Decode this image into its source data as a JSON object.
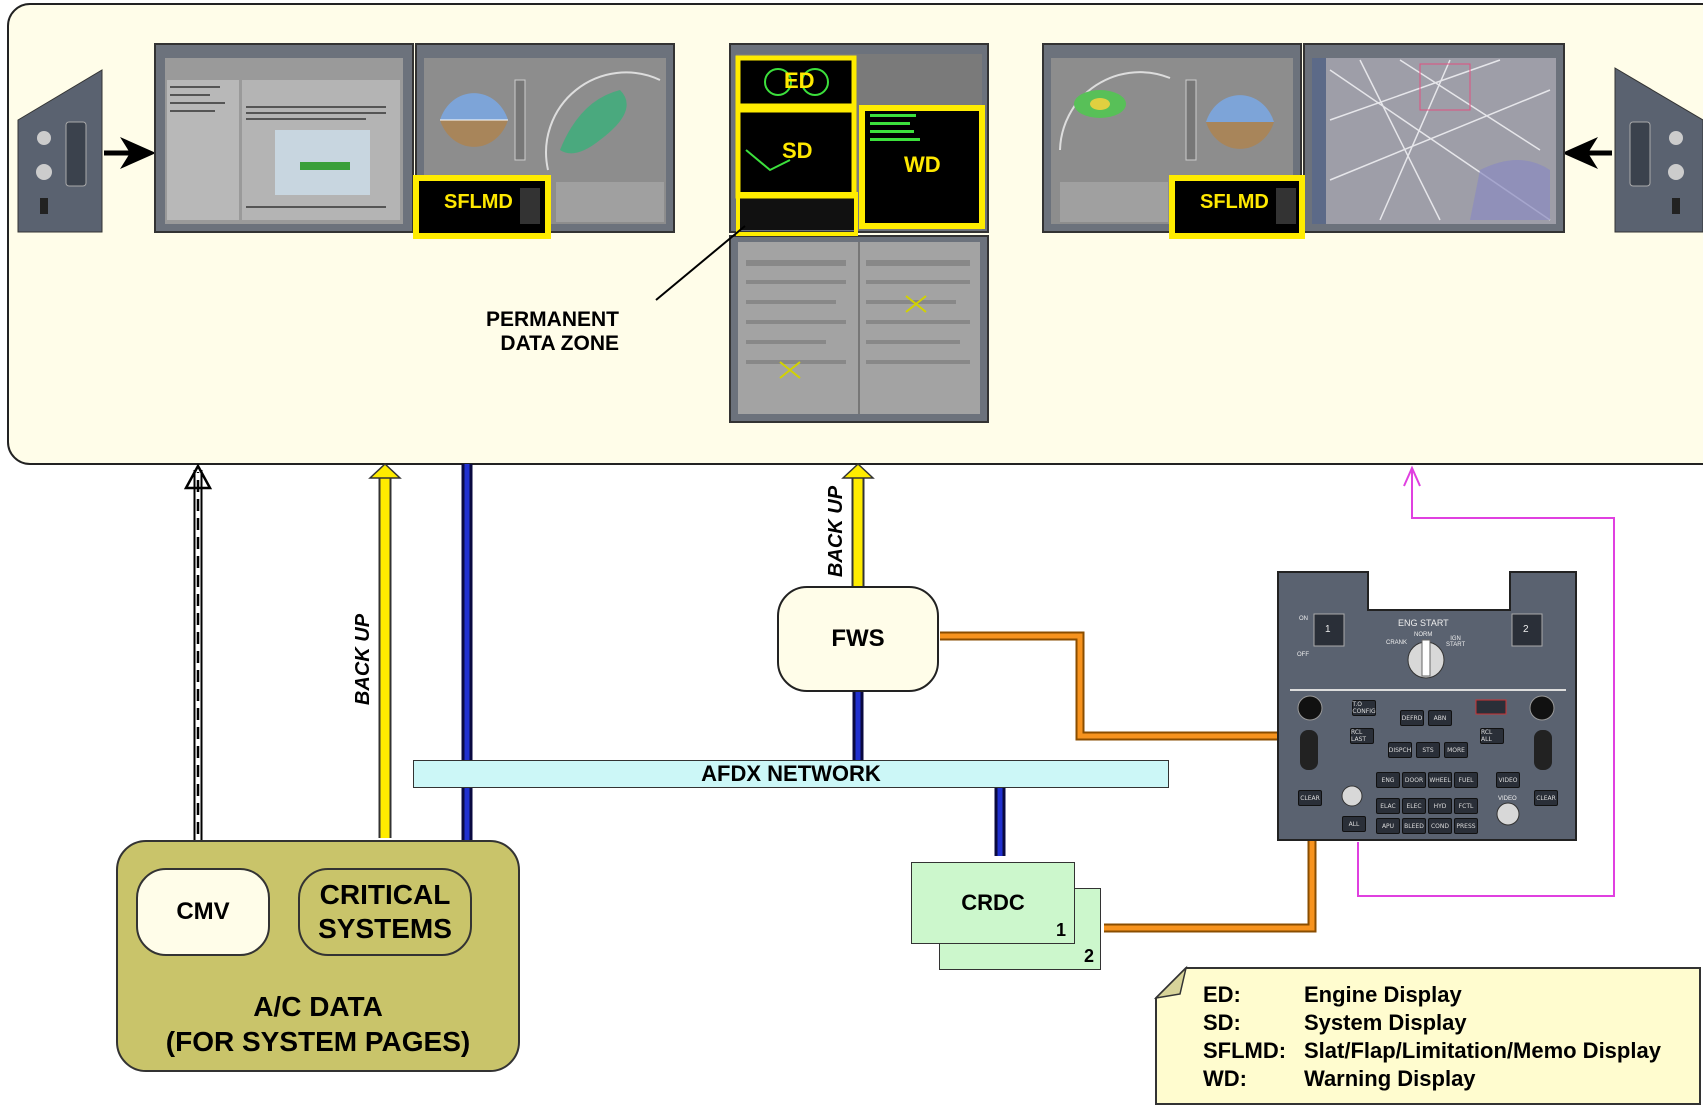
{
  "screens": {
    "ed": "ED",
    "sd": "SD",
    "wd": "WD",
    "sflmd_left": "SFLMD",
    "sflmd_right": "SFLMD",
    "permanent_data_zone": "PERMANENT\nDATA ZONE"
  },
  "nodes": {
    "fws": "FWS",
    "afdx": "AFDX NETWORK",
    "crdc": "CRDC",
    "crdc_1": "1",
    "crdc_2": "2",
    "cmv": "CMV",
    "critical_systems": "CRITICAL\nSYSTEMS",
    "ac_data": "A/C DATA\n(FOR SYSTEM PAGES)",
    "backup_left": "BACK UP",
    "backup_center": "BACK UP"
  },
  "ecp_panel": {
    "eng_start": "ENG START",
    "norm": "NORM",
    "crank": "CRANK",
    "ign_start": "IGN\nSTART",
    "fire_1": "1",
    "fire_2": "2",
    "on": "ON",
    "off": "OFF",
    "video": "VIDEO",
    "buttons": [
      "T.O\nCONFIG",
      "DEFRD",
      "ABN",
      "RCL\nLAST",
      "DISPCH",
      "STS",
      "MORE",
      "RCL\nALL",
      "ENG",
      "DOOR",
      "WHEEL",
      "FUEL",
      "ELAC",
      "ELEC",
      "HYD",
      "FCTL",
      "APU",
      "BLEED",
      "COND",
      "PRESS",
      "CLEAR",
      "CLEAR",
      "ALL",
      "VIDEO"
    ]
  },
  "legend": [
    {
      "abbr": "ED:",
      "desc": "Engine Display"
    },
    {
      "abbr": "SD:",
      "desc": "System Display"
    },
    {
      "abbr": "SFLMD:",
      "desc": "Slat/Flap/Limitation/Memo Display"
    },
    {
      "abbr": "WD:",
      "desc": "Warning Display"
    }
  ],
  "colors": {
    "panel_bg": "#fffde9",
    "highlight": "#ffec00",
    "link_blue": "#2030d0",
    "link_orange": "#f7931e",
    "link_magenta": "#e040e0",
    "ac_data_bg": "#c9c46a",
    "afdx_bg": "#ccf7f7",
    "crdc_bg": "#ccf7cc"
  }
}
